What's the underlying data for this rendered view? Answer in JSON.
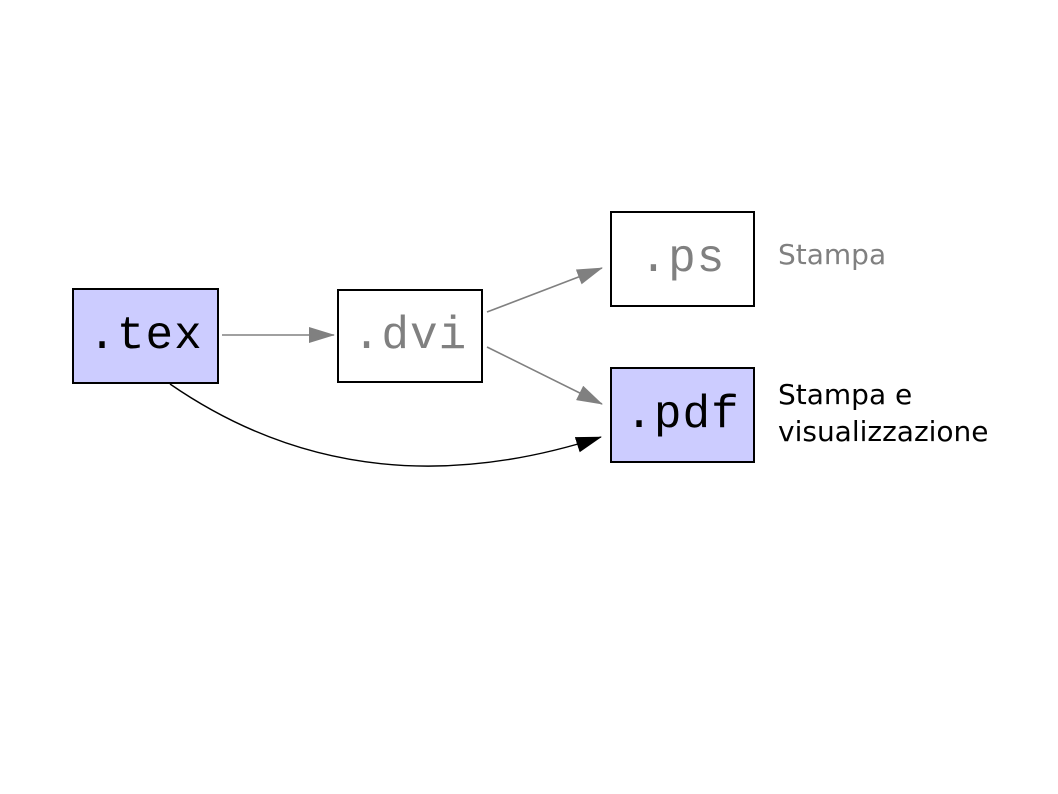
{
  "diagram": {
    "colors": {
      "background": "#ffffff",
      "node_border": "#000000",
      "accent_fill": "#ccccff",
      "plain_fill": "#ffffff",
      "gray": "#808080",
      "black": "#000000"
    },
    "nodes": [
      {
        "id": "tex",
        "label": ".tex",
        "fill": "#ccccff",
        "label_color": "#000000"
      },
      {
        "id": "dvi",
        "label": ".dvi",
        "fill": "#ffffff",
        "label_color": "#808080"
      },
      {
        "id": "ps",
        "label": ".ps",
        "fill": "#ffffff",
        "label_color": "#808080"
      },
      {
        "id": "pdf",
        "label": ".pdf",
        "fill": "#ccccff",
        "label_color": "#000000"
      }
    ],
    "annotations": [
      {
        "for": "ps",
        "text": "Stampa",
        "color": "#808080"
      },
      {
        "for": "pdf",
        "text": "Stampa e visualizzazione",
        "color": "#000000"
      }
    ],
    "edges": [
      {
        "from": "tex",
        "to": "dvi",
        "color": "#808080",
        "shape": "straight"
      },
      {
        "from": "dvi",
        "to": "ps",
        "color": "#808080",
        "shape": "straight"
      },
      {
        "from": "dvi",
        "to": "pdf",
        "color": "#808080",
        "shape": "straight"
      },
      {
        "from": "tex",
        "to": "pdf",
        "color": "#000000",
        "shape": "curved"
      }
    ]
  }
}
